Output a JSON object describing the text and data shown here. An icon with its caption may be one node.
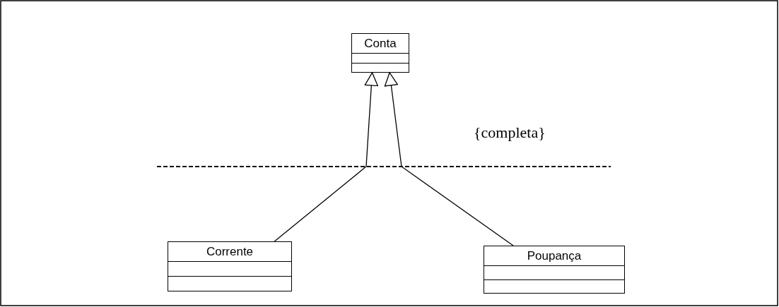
{
  "diagram": {
    "nodes": [
      {
        "text": [
          "Conta"
        ]
      },
      {
        "text": [
          "Corrente"
        ]
      },
      {
        "text": [
          "Poupança"
        ]
      }
    ],
    "edges": [
      {
        "from": 1,
        "to": 0,
        "arrow": "to"
      },
      {
        "from": 2,
        "to": 0,
        "arrow": "to"
      }
    ],
    "labels": [
      "{completa}"
    ]
  }
}
